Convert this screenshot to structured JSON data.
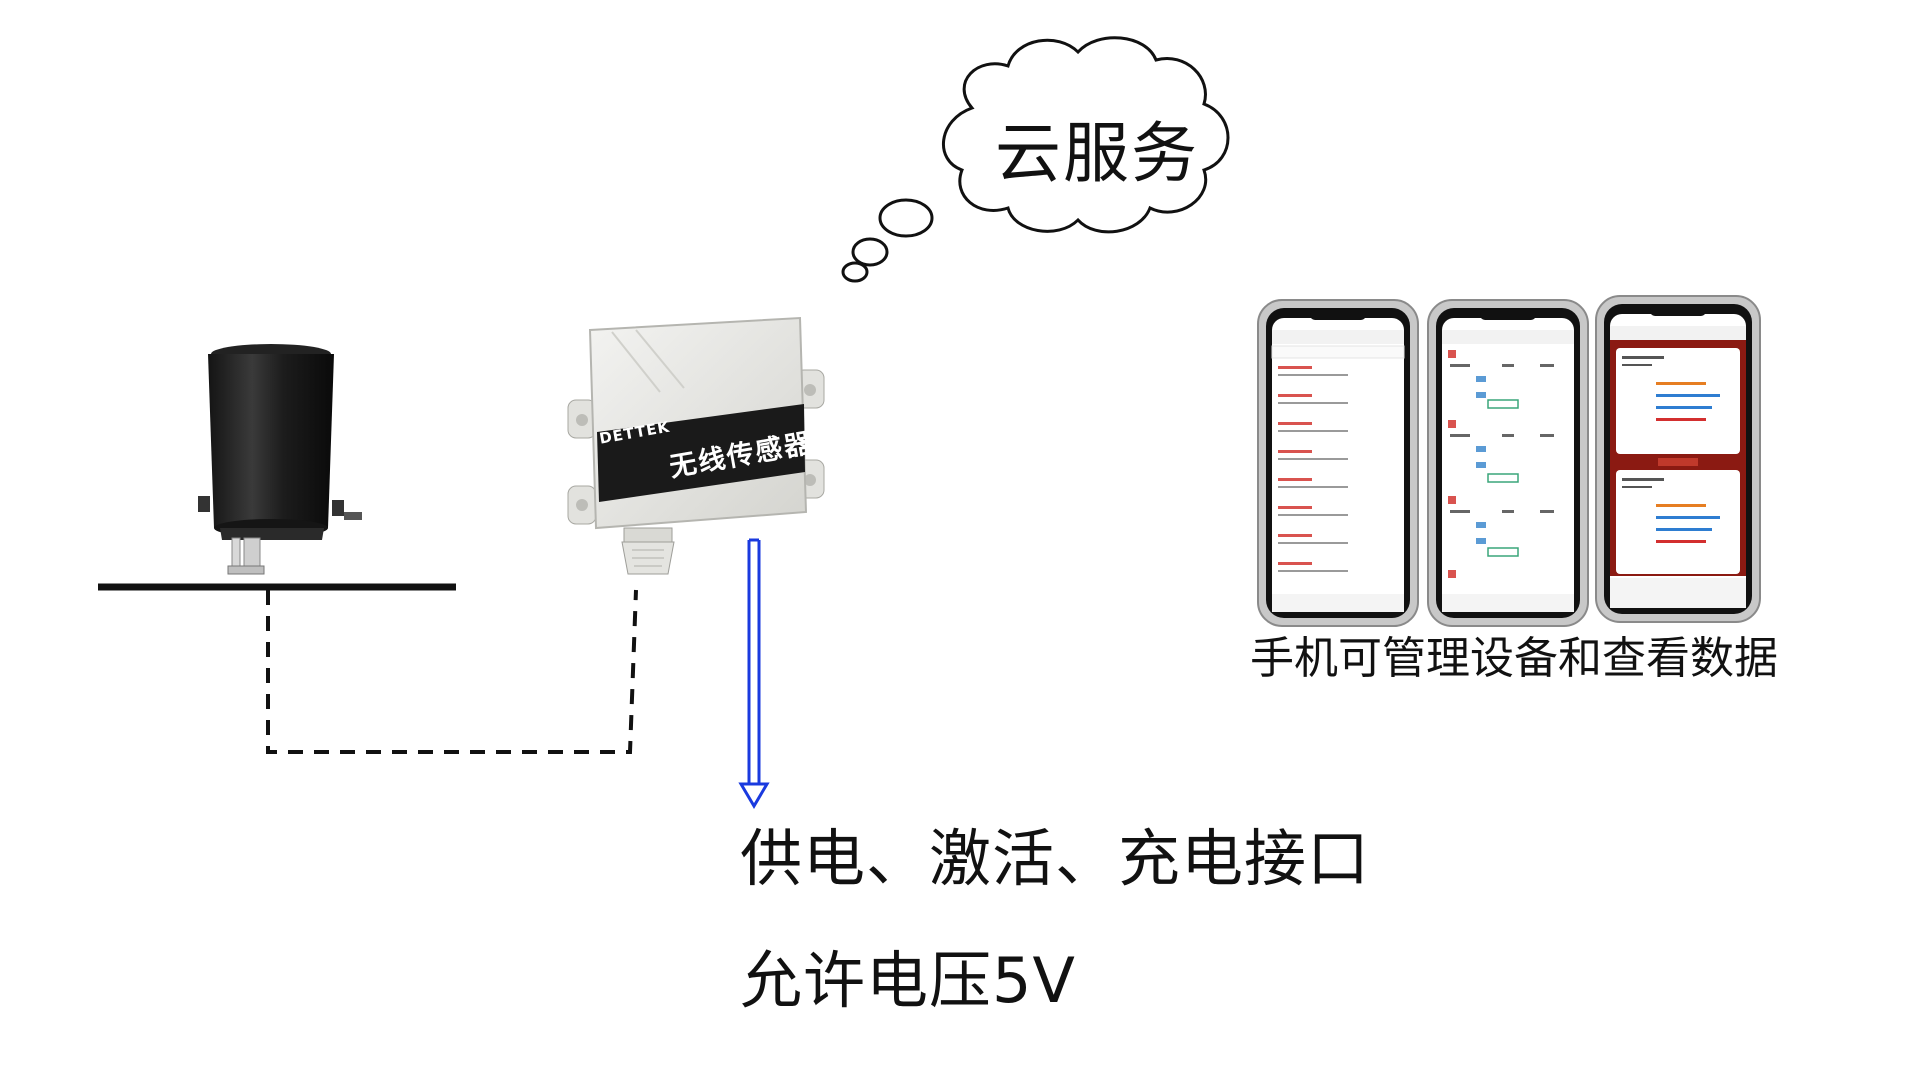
{
  "cloud": {
    "label": "云服务"
  },
  "device": {
    "brand": "DETTEK",
    "name": "无线传感器"
  },
  "phones": {
    "caption": "手机可管理设备和查看数据"
  },
  "port": {
    "label": "供电、激活、充电接口",
    "voltage": "允许电压5V"
  },
  "colors": {
    "arrow": "#1a3adf",
    "line": "#111111",
    "device_body": "#e9e9e6",
    "device_plate": "#1a1a1a",
    "alert_red": "#8b1a12"
  },
  "icons": [
    "cloud-icon",
    "rain-gauge-icon",
    "phone-icon",
    "arrow-down-icon"
  ]
}
